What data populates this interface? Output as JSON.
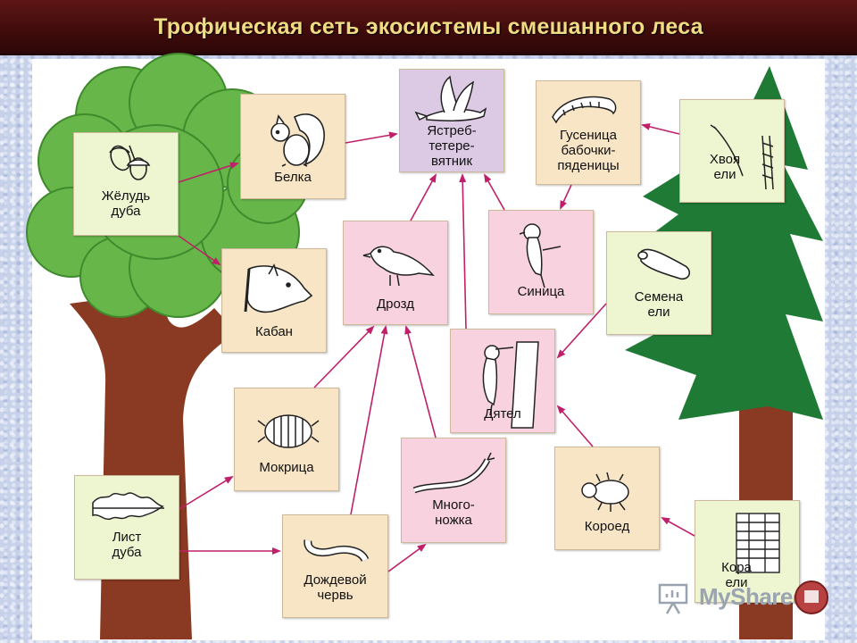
{
  "title": "Трофическая сеть экосистемы смешанного леса",
  "nodes": {
    "acorn": "Жёлудь\nдуба",
    "squirrel": "Белка",
    "hawk": "Ястреб-\nтетере-\nвятник",
    "caterpillar": "Гусеница\nбабочки-\nпяденицы",
    "spruce_needles": "Хвоя\nели",
    "boar": "Кабан",
    "thrush": "Дрозд",
    "tit": "Синица",
    "spruce_seeds": "Семена\nели",
    "woodpecker": "Дятел",
    "woodlouse": "Мокрица",
    "oak_leaf": "Лист\nдуба",
    "millipede": "Много-\nножка",
    "earthworm": "Дождевой\nчервь",
    "bark_beetle": "Короед",
    "spruce_bark": "Кора\nели"
  },
  "watermark": "MyShared",
  "colors": {
    "arrow": "#c0206a",
    "title": "#f0dc82",
    "oak": "#67b64a",
    "spruce": "#1f7a36",
    "trunk": "#8a3a22"
  }
}
